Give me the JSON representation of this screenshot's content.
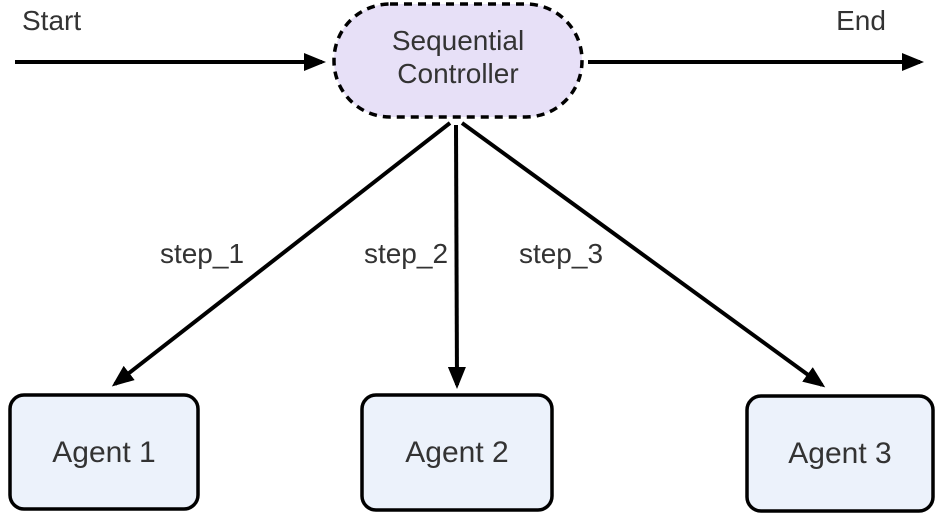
{
  "diagram": {
    "type": "flowchart",
    "start_label": "Start",
    "end_label": "End",
    "controller": {
      "label_line1": "Sequential",
      "label_line2": "Controller",
      "full_label": "Sequential Controller"
    },
    "edges": [
      {
        "from": "Start",
        "to": "Sequential Controller",
        "label": ""
      },
      {
        "from": "Sequential Controller",
        "to": "End",
        "label": ""
      },
      {
        "from": "Sequential Controller",
        "to": "Agent 1",
        "label": "step_1"
      },
      {
        "from": "Sequential Controller",
        "to": "Agent 2",
        "label": "step_2"
      },
      {
        "from": "Sequential Controller",
        "to": "Agent 3",
        "label": "step_3"
      }
    ],
    "agents": [
      {
        "label": "Agent 1"
      },
      {
        "label": "Agent 2"
      },
      {
        "label": "Agent 3"
      }
    ],
    "colors": {
      "controller_fill": "#e7e0f7",
      "controller_stroke": "#000000",
      "agent_fill": "#ecf2fb",
      "agent_stroke": "#000000",
      "arrow": "#000000",
      "text": "#333333"
    }
  }
}
